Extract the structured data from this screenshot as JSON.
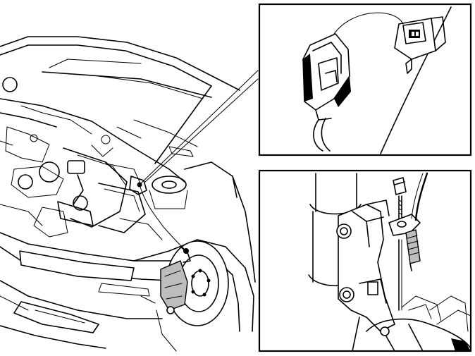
{
  "figure": {
    "background": "#ffffff",
    "line_color": "#000000",
    "fill_gray": "#bdbdbd"
  },
  "panels": [
    {
      "id": "overview",
      "subject": "car-front-engine-bay-with-front-wheel-and-sensor-cable"
    },
    {
      "id": "connector-detail",
      "subject": "electrical-connector-and-socket"
    },
    {
      "id": "sensor-mount-detail",
      "subject": "wheel-speed-sensor-bolt-on-strut-bracket"
    }
  ]
}
